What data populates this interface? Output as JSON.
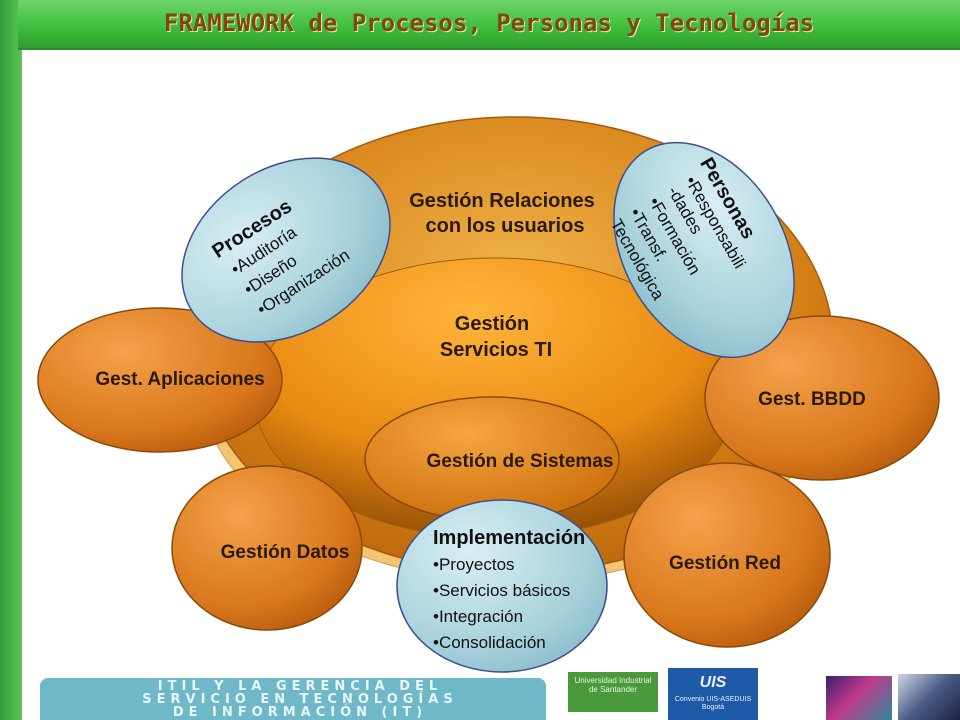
{
  "title": "FRAMEWORK de Procesos, Personas y Tecnologías",
  "center": {
    "outer_label": [
      "Gestión Relaciones",
      "con los usuarios"
    ],
    "middle_label": [
      "Gestión",
      "Servicios TI"
    ],
    "inner_label": "Gestión de Sistemas"
  },
  "procesos": {
    "heading": "Procesos",
    "items": [
      "•Auditoría",
      "•Diseño",
      "•Organización"
    ]
  },
  "personas": {
    "heading": "Personas",
    "items": [
      "•Responsabili",
      "-dades",
      "•Formación",
      "•Transf.",
      "Tecnológica"
    ]
  },
  "satellites": {
    "aplicaciones": "Gest. Aplicaciones",
    "bbdd": "Gest. BBDD",
    "datos": "Gestión Datos",
    "red": "Gestión Red"
  },
  "implementacion": {
    "heading": "Implementación",
    "items": [
      "•Proyectos",
      "•Servicios básicos",
      "•Integración",
      "•Consolidación"
    ]
  },
  "footer": {
    "banner_line1": "ITIL Y LA GERENCIA DEL",
    "banner_line2": "SERVICIO EN TECNOLOGÍAS",
    "banner_line3": "DE INFORMACIÓN (IT)",
    "logo_green": "Universidad Industrial de Santander",
    "logo_uis": "UIS",
    "logo_uis_sub": "Convenio UIS-ASEDUIS Bogotá"
  },
  "colors": {
    "orange_dark": "#c86a06",
    "orange_mid": "#f29a1e",
    "orange_light": "#f3c472",
    "blue_bubble": "#a9d2dc",
    "title_text": "#7a4a10",
    "green_bar": "#3fbf3c"
  }
}
